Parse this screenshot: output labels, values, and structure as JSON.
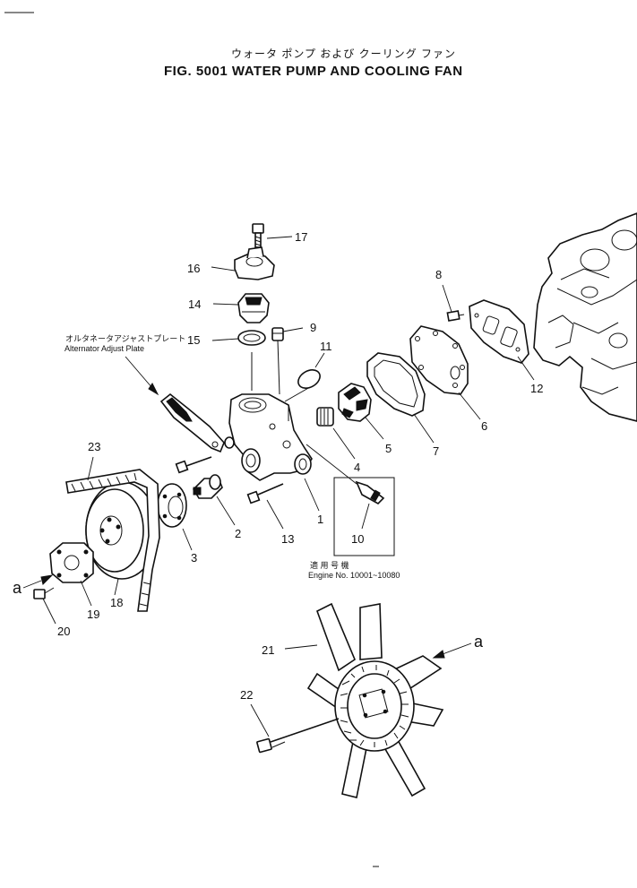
{
  "title": {
    "japanese": "ウォータ ポンプ および クーリング ファン",
    "english": "FIG. 5001  WATER PUMP AND COOLING FAN"
  },
  "notes": {
    "alternator_jp": "オルタネータアジャストプレート",
    "alternator_en": "Alternator  Adjust  Plate",
    "applicable_jp": "適 用 号 機",
    "applicable_en": "Engine  No.  10001~10080"
  },
  "callouts": {
    "c1": "1",
    "c2": "2",
    "c3": "3",
    "c4": "4",
    "c5": "5",
    "c6": "6",
    "c7": "7",
    "c8": "8",
    "c9": "9",
    "c10": "10",
    "c11": "11",
    "c12": "12",
    "c13": "13",
    "c14": "14",
    "c15": "15",
    "c16": "16",
    "c17": "17",
    "c18": "18",
    "c19": "19",
    "c20": "20",
    "c21": "21",
    "c22": "22",
    "c23": "23"
  },
  "refs": {
    "a_left": "a",
    "a_right": "a"
  }
}
